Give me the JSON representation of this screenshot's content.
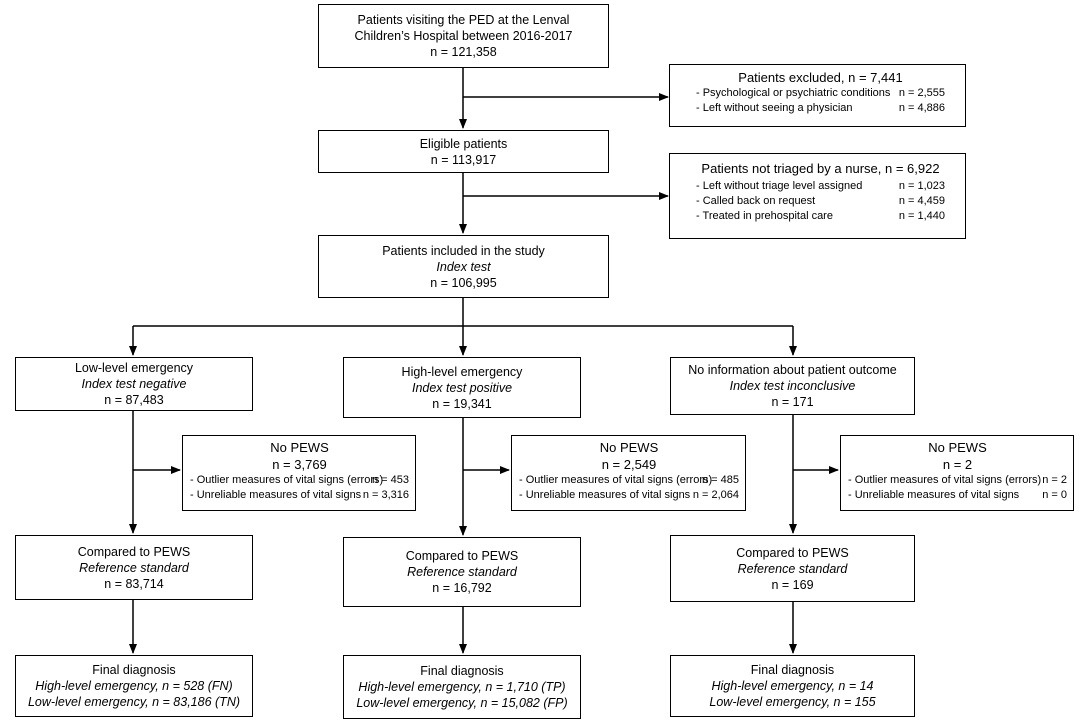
{
  "top": {
    "line1": "Patients visiting the PED  at the Lenval",
    "line2": "Children’s Hospital between 2016-2017",
    "line3": "n = 121,358"
  },
  "excluded": {
    "title": "Patients excluded, n = 7,441",
    "items": [
      {
        "label": "- Psychological or psychiatric conditions",
        "value": "n = 2,555"
      },
      {
        "label": "- Left without seeing a physician",
        "value": "n = 4,886"
      }
    ]
  },
  "eligible": {
    "line1": "Eligible patients",
    "line2": "n = 113,917"
  },
  "not_triaged": {
    "title": "Patients not triaged by a nurse, n = 6,922",
    "items": [
      {
        "label": "- Left without triage level assigned",
        "value": "n = 1,023"
      },
      {
        "label": "- Called back on request",
        "value": "n = 4,459"
      },
      {
        "label": "- Treated in prehospital care",
        "value": "n = 1,440"
      }
    ]
  },
  "included": {
    "line1": "Patients included in the study",
    "line2": "Index test",
    "line3": "n = 106,995"
  },
  "columns": [
    {
      "group": {
        "line1": "Low-level emergency",
        "line2": "Index test negative",
        "line3": "n = 87,483"
      },
      "no_pews": {
        "line1": "No PEWS",
        "line2": "n = 3,769",
        "items": [
          {
            "label": "- Outlier measures of vital signs (errors)",
            "value": "n = 453"
          },
          {
            "label": "- Unreliable measures of vital signs",
            "value": "n = 3,316"
          }
        ]
      },
      "compared": {
        "line1": "Compared to PEWS",
        "line2": "Reference standard",
        "line3": "n = 83,714"
      },
      "final": {
        "line1": "Final diagnosis",
        "line2": "High-level emergency, n = 528 (FN)",
        "line3": "Low-level emergency, n = 83,186 (TN)"
      }
    },
    {
      "group": {
        "line1": "High-level emergency",
        "line2": "Index test positive",
        "line3": "n = 19,341"
      },
      "no_pews": {
        "line1": "No PEWS",
        "line2": "n = 2,549",
        "items": [
          {
            "label": "- Outlier measures of vital signs (errors)",
            "value": "n = 485"
          },
          {
            "label": "- Unreliable measures of vital signs",
            "value": "n = 2,064"
          }
        ]
      },
      "compared": {
        "line1": "Compared to PEWS",
        "line2": "Reference standard",
        "line3": "n = 16,792"
      },
      "final": {
        "line1": "Final diagnosis",
        "line2": "High-level emergency, n = 1,710 (TP)",
        "line3": "Low-level emergency, n = 15,082 (FP)"
      }
    },
    {
      "group": {
        "line1": "No information about patient outcome",
        "line2": "Index test inconclusive",
        "line3": "n = 171"
      },
      "no_pews": {
        "line1": "No PEWS",
        "line2": "n = 2",
        "items": [
          {
            "label": "- Outlier measures of vital signs (errors)",
            "value": "n = 2"
          },
          {
            "label": "- Unreliable measures of vital signs",
            "value": "n = 0"
          }
        ]
      },
      "compared": {
        "line1": "Compared to PEWS",
        "line2": "Reference standard",
        "line3": "n = 169"
      },
      "final": {
        "line1": "Final diagnosis",
        "line2": "High-level emergency, n = 14",
        "line3": "Low-level emergency, n = 155"
      }
    }
  ]
}
